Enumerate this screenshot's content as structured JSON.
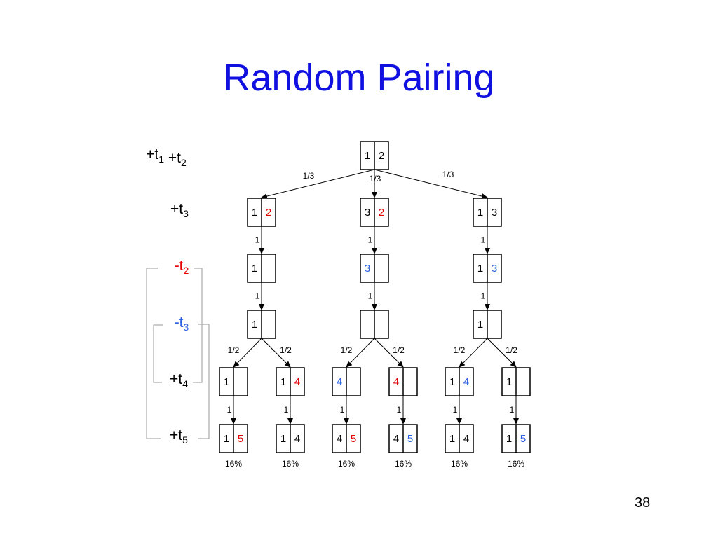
{
  "title": "Random Pairing",
  "page_number": "38",
  "colors": {
    "title": "#1010e0",
    "red": "#e00000",
    "blue": "#2a5fe0",
    "black": "#000000",
    "bracket": "#9a9a9a"
  },
  "row_labels": [
    {
      "id": "r1",
      "parts": [
        {
          "t": "+t",
          "s": "1",
          "c": "black"
        },
        {
          "t": " +t",
          "s": "2",
          "c": "black"
        }
      ]
    },
    {
      "id": "r2",
      "parts": [
        {
          "t": "+t",
          "s": "3",
          "c": "black"
        }
      ]
    },
    {
      "id": "r3",
      "parts": [
        {
          "t": "-t",
          "s": "2",
          "c": "red"
        }
      ]
    },
    {
      "id": "r4",
      "parts": [
        {
          "t": "-t",
          "s": "3",
          "c": "blue"
        }
      ]
    },
    {
      "id": "r5",
      "parts": [
        {
          "t": "+t",
          "s": "4",
          "c": "black"
        }
      ]
    },
    {
      "id": "r6",
      "parts": [
        {
          "t": "+t",
          "s": "5",
          "c": "black"
        }
      ]
    }
  ],
  "nodes": [
    {
      "id": "root",
      "cells": [
        {
          "v": "1",
          "c": "black"
        },
        {
          "v": "2",
          "c": "black"
        }
      ]
    },
    {
      "id": "a1",
      "cells": [
        {
          "v": "1",
          "c": "black"
        },
        {
          "v": "2",
          "c": "red"
        }
      ]
    },
    {
      "id": "a2",
      "cells": [
        {
          "v": "3",
          "c": "black"
        },
        {
          "v": "2",
          "c": "red"
        }
      ]
    },
    {
      "id": "a3",
      "cells": [
        {
          "v": "1",
          "c": "black"
        },
        {
          "v": "3",
          "c": "black"
        }
      ]
    },
    {
      "id": "b1",
      "cells": [
        {
          "v": "1",
          "c": "black"
        },
        {
          "v": "",
          "c": "black"
        }
      ]
    },
    {
      "id": "b2",
      "cells": [
        {
          "v": "3",
          "c": "blue"
        },
        {
          "v": "",
          "c": "black"
        }
      ]
    },
    {
      "id": "b3",
      "cells": [
        {
          "v": "1",
          "c": "black"
        },
        {
          "v": "3",
          "c": "blue"
        }
      ]
    },
    {
      "id": "c1",
      "cells": [
        {
          "v": "1",
          "c": "black"
        },
        {
          "v": "",
          "c": "black"
        }
      ]
    },
    {
      "id": "c2",
      "cells": [
        {
          "v": "",
          "c": "black"
        },
        {
          "v": "",
          "c": "black"
        }
      ]
    },
    {
      "id": "c3",
      "cells": [
        {
          "v": "1",
          "c": "black"
        },
        {
          "v": "",
          "c": "black"
        }
      ]
    },
    {
      "id": "d1",
      "cells": [
        {
          "v": "1",
          "c": "black"
        },
        {
          "v": "",
          "c": "black"
        }
      ]
    },
    {
      "id": "d2",
      "cells": [
        {
          "v": "1",
          "c": "black"
        },
        {
          "v": "4",
          "c": "red"
        }
      ]
    },
    {
      "id": "d3",
      "cells": [
        {
          "v": "4",
          "c": "blue"
        },
        {
          "v": "",
          "c": "black"
        }
      ]
    },
    {
      "id": "d4",
      "cells": [
        {
          "v": "4",
          "c": "red"
        },
        {
          "v": "",
          "c": "black"
        }
      ]
    },
    {
      "id": "d5",
      "cells": [
        {
          "v": "1",
          "c": "black"
        },
        {
          "v": "4",
          "c": "blue"
        }
      ]
    },
    {
      "id": "d6",
      "cells": [
        {
          "v": "1",
          "c": "black"
        },
        {
          "v": "",
          "c": "black"
        }
      ]
    },
    {
      "id": "e1",
      "cells": [
        {
          "v": "1",
          "c": "black"
        },
        {
          "v": "5",
          "c": "red"
        }
      ]
    },
    {
      "id": "e2",
      "cells": [
        {
          "v": "1",
          "c": "black"
        },
        {
          "v": "4",
          "c": "black"
        }
      ]
    },
    {
      "id": "e3",
      "cells": [
        {
          "v": "4",
          "c": "black"
        },
        {
          "v": "5",
          "c": "red"
        }
      ]
    },
    {
      "id": "e4",
      "cells": [
        {
          "v": "4",
          "c": "black"
        },
        {
          "v": "5",
          "c": "blue"
        }
      ]
    },
    {
      "id": "e5",
      "cells": [
        {
          "v": "1",
          "c": "black"
        },
        {
          "v": "4",
          "c": "black"
        }
      ]
    },
    {
      "id": "e6",
      "cells": [
        {
          "v": "1",
          "c": "black"
        },
        {
          "v": "5",
          "c": "blue"
        }
      ]
    }
  ],
  "edges": [
    {
      "from": "root",
      "to": "a1",
      "label": "1/3"
    },
    {
      "from": "root",
      "to": "a2",
      "label": "1/3"
    },
    {
      "from": "root",
      "to": "a3",
      "label": "1/3"
    },
    {
      "from": "a1",
      "to": "b1",
      "label": "1"
    },
    {
      "from": "a2",
      "to": "b2",
      "label": "1"
    },
    {
      "from": "a3",
      "to": "b3",
      "label": "1"
    },
    {
      "from": "b1",
      "to": "c1",
      "label": "1"
    },
    {
      "from": "b2",
      "to": "c2",
      "label": "1"
    },
    {
      "from": "b3",
      "to": "c3",
      "label": "1"
    },
    {
      "from": "c1",
      "to": "d1",
      "label": "1/2"
    },
    {
      "from": "c1",
      "to": "d2",
      "label": "1/2"
    },
    {
      "from": "c2",
      "to": "d3",
      "label": "1/2"
    },
    {
      "from": "c2",
      "to": "d4",
      "label": "1/2"
    },
    {
      "from": "c3",
      "to": "d5",
      "label": "1/2"
    },
    {
      "from": "c3",
      "to": "d6",
      "label": "1/2"
    },
    {
      "from": "d1",
      "to": "e1",
      "label": "1"
    },
    {
      "from": "d2",
      "to": "e2",
      "label": "1"
    },
    {
      "from": "d3",
      "to": "e3",
      "label": "1"
    },
    {
      "from": "d4",
      "to": "e4",
      "label": "1"
    },
    {
      "from": "d5",
      "to": "e5",
      "label": "1"
    },
    {
      "from": "d6",
      "to": "e6",
      "label": "1"
    }
  ],
  "leaf_probabilities": [
    {
      "node": "e1",
      "label": "16%"
    },
    {
      "node": "e2",
      "label": "16%"
    },
    {
      "node": "e3",
      "label": "16%"
    },
    {
      "node": "e4",
      "label": "16%"
    },
    {
      "node": "e5",
      "label": "16%"
    },
    {
      "node": "e6",
      "label": "16%"
    }
  ]
}
